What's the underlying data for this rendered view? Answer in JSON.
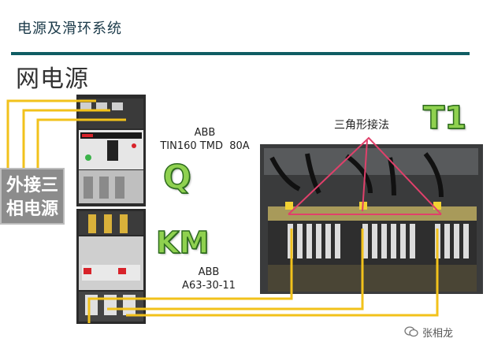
{
  "header": {
    "title": "电源及滑环系统"
  },
  "section": {
    "title": "网电源"
  },
  "external_power": {
    "line1": "外接三",
    "line2": "相电源"
  },
  "breaker": {
    "brand": "ABB",
    "model": "TIN160 TMD  80A",
    "tag": "Q"
  },
  "contactor": {
    "brand": "ABB",
    "model": "A63-30-11",
    "tag": "KM"
  },
  "transformer": {
    "tag": "T1",
    "connection_label": "三角形接法"
  },
  "watermark": {
    "text": "张相龙"
  },
  "colors": {
    "wire": "#f2c21b",
    "delta": "#e0406b",
    "rule": "#0f5d63",
    "tag_fill": "#8fd14f"
  }
}
